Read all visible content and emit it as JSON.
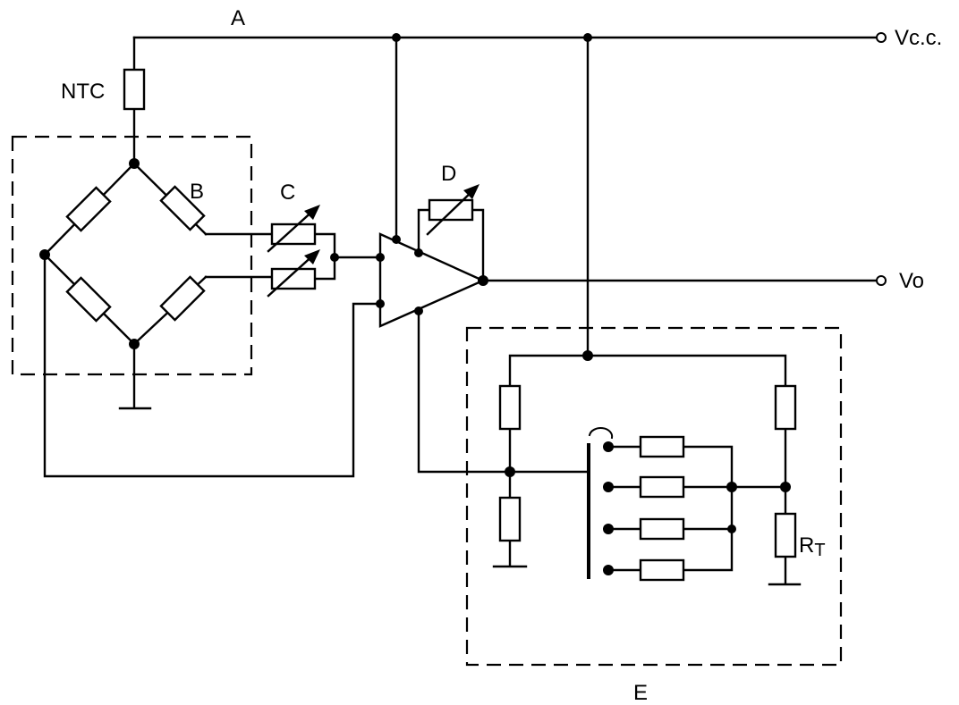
{
  "labels": {
    "a": "A",
    "ntc": "NTC",
    "b": "B",
    "c": "C",
    "d": "D",
    "e": "E",
    "vcc": "Vc.c.",
    "vo": "Vo",
    "rt_main": "R",
    "rt_sub": "T"
  }
}
